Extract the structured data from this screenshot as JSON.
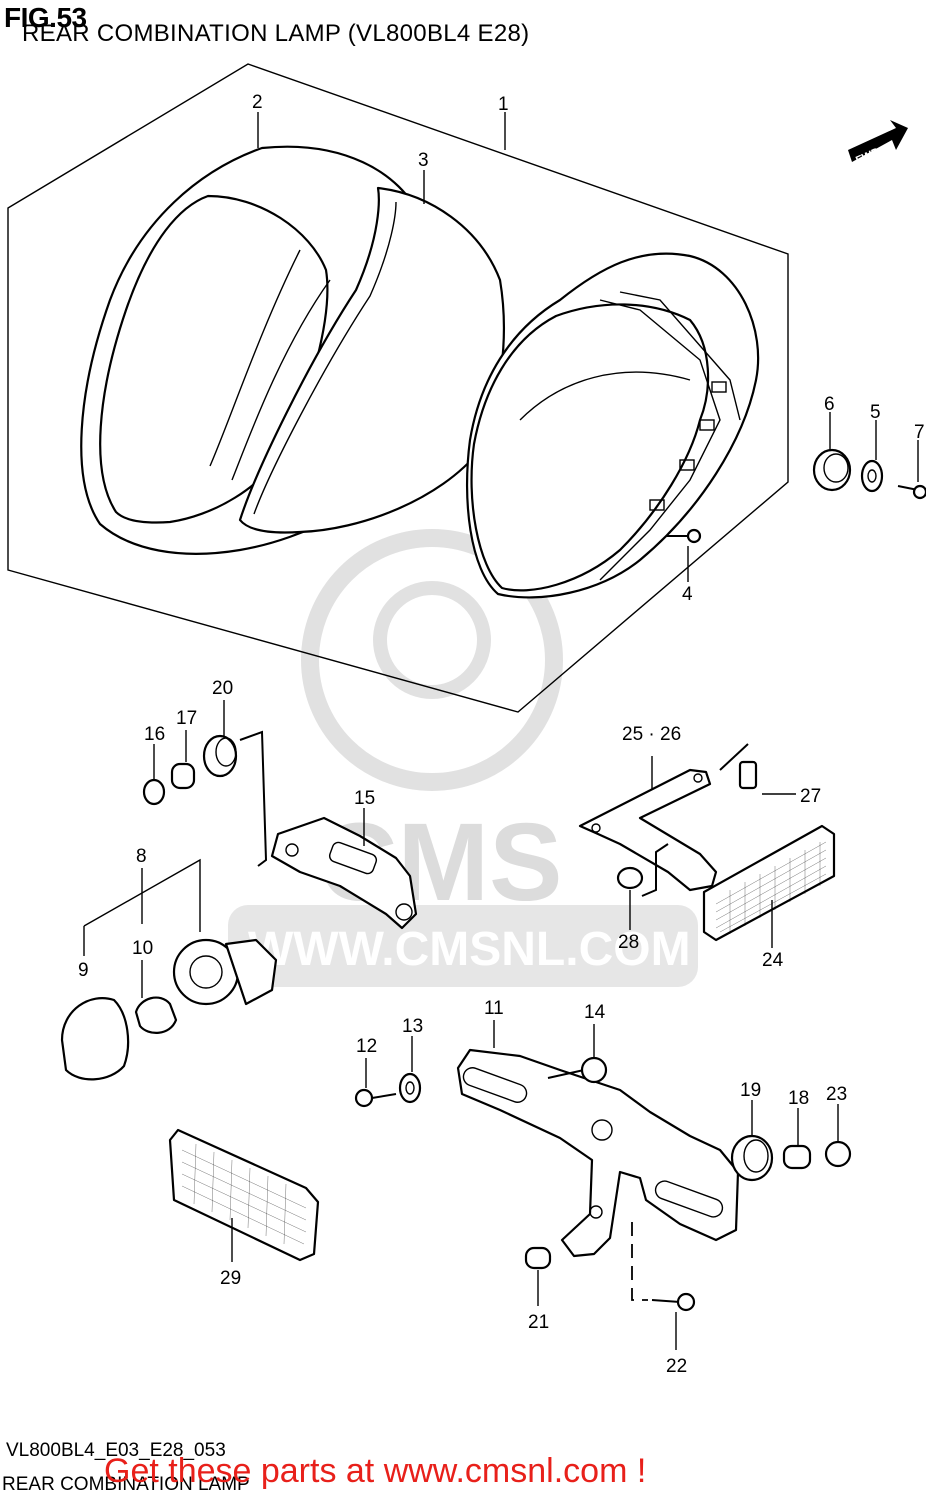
{
  "figure": {
    "number_label": "FIG.53",
    "title": "REAR COMBINATION LAMP (VL800BL4 E28)",
    "footer_code": "VL800BL4_E03_E28_053",
    "footer_name": "REAR COMBINATION LAMP"
  },
  "direction_marker": "FWD",
  "watermark": {
    "brand": "CMS",
    "url": "WWW.CMSNL.COM"
  },
  "promo": {
    "text": "Get these parts at www.cmsnl.com !",
    "color": "#e8201a"
  },
  "callouts": {
    "c1": "1",
    "c2": "2",
    "c3": "3",
    "c4": "4",
    "c5": "5",
    "c6": "6",
    "c7": "7",
    "c8": "8",
    "c9": "9",
    "c10": "10",
    "c11": "11",
    "c12": "12",
    "c13": "13",
    "c14": "14",
    "c15": "15",
    "c16": "16",
    "c17": "17",
    "c18": "18",
    "c19": "19",
    "c20": "20",
    "c21": "21",
    "c22": "22",
    "c23": "23",
    "c24": "24",
    "c25_26": "25 · 26",
    "c27": "27",
    "c28": "28",
    "c29": "29"
  }
}
